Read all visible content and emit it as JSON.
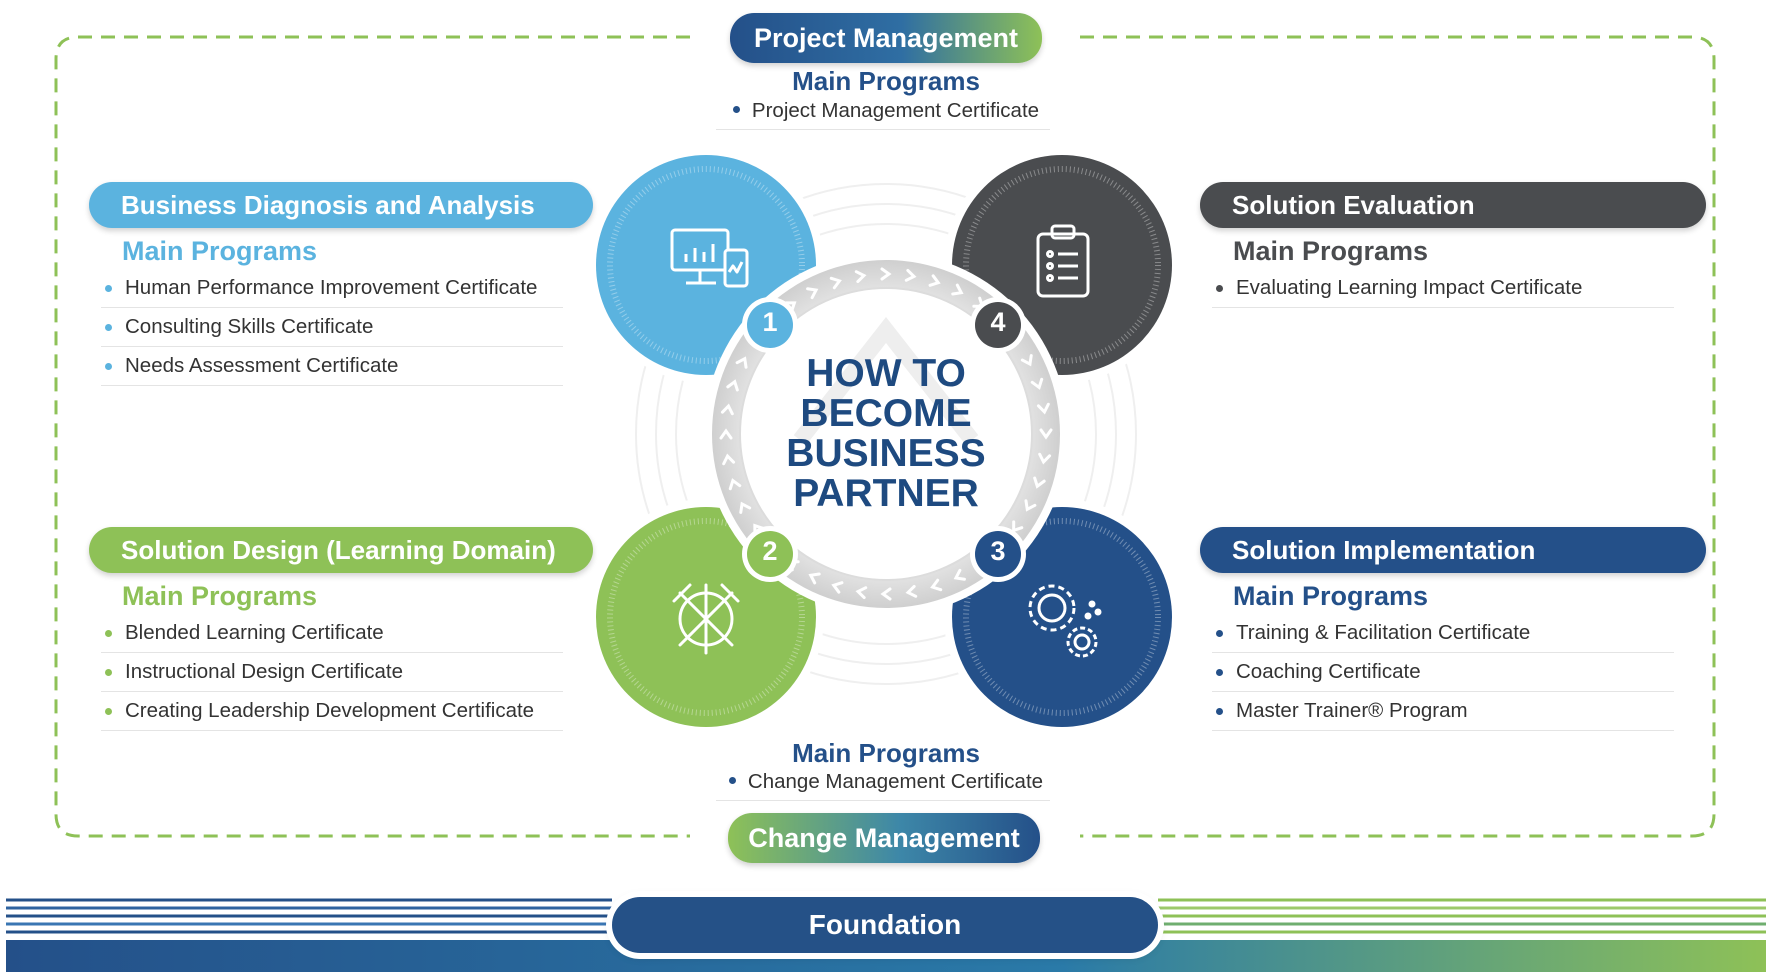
{
  "center": {
    "line1": "HOW TO",
    "line2": "BECOME",
    "line3": "BUSINESS",
    "line4": "PARTNER"
  },
  "project_management": {
    "title": "Project Management",
    "programs_heading": "Main Programs",
    "programs": [
      "Project Management Certificate"
    ]
  },
  "change_management": {
    "title": "Change Management",
    "programs_heading": "Main Programs",
    "programs": [
      "Change Management Certificate"
    ]
  },
  "business_diagnosis": {
    "number": "1",
    "title": "Business Diagnosis and Analysis",
    "programs_heading": "Main Programs",
    "programs": [
      "Human Performance Improvement Certificate",
      "Consulting Skills Certificate",
      "Needs Assessment Certificate"
    ],
    "color": "#5bb3df"
  },
  "solution_design": {
    "number": "2",
    "title": "Solution Design (Learning Domain)",
    "programs_heading": "Main Programs",
    "programs": [
      "Blended Learning Certificate",
      "Instructional Design Certificate",
      "Creating Leadership Development Certificate"
    ],
    "color": "#8ec157"
  },
  "solution_implementation": {
    "number": "3",
    "title": "Solution Implementation",
    "programs_heading": "Main Programs",
    "programs": [
      "Training & Facilitation Certificate",
      "Coaching Certificate",
      "Master Trainer® Program"
    ],
    "color": "#245089"
  },
  "solution_evaluation": {
    "number": "4",
    "title": "Solution Evaluation",
    "programs_heading": "Main Programs",
    "programs": [
      "Evaluating Learning Impact Certificate"
    ],
    "color": "#4a4c4f"
  },
  "foundation": {
    "label": "Foundation"
  },
  "icons": {
    "q1": "computer-analytics-icon",
    "q2": "design-tools-icon",
    "q3": "gears-icon",
    "q4": "clipboard-checklist-icon"
  }
}
